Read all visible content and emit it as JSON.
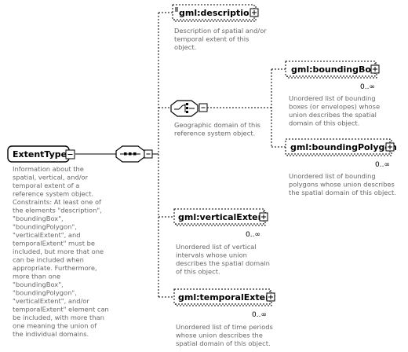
{
  "root": {
    "label": "ExtentType",
    "doc": [
      "Information about the",
      "spatial, vertical, and/or",
      "temporal extent of a",
      "reference system object.",
      "Constraints: At least one of",
      "the elements \"description\",",
      "\"boundingBox\",",
      "\"boundingPolygon\",",
      "\"verticalExtent\", and",
      "temporalExtent\" must be",
      "included, but more that one",
      "can be included when",
      "appropriate. Furthermore,",
      "more than one",
      "\"boundingBox\",",
      "\"boundingPolygon\",",
      "\"verticalExtent\", and/or",
      "temporalExtent\" element can",
      "be included, with more than",
      "one meaning the union of",
      "the individual domains."
    ]
  },
  "choice": {
    "doc": [
      "Geographic domain of this",
      "reference system object."
    ]
  },
  "elements": {
    "description": {
      "label": "gml:description",
      "doc": [
        "Description of spatial and/or",
        "temporal extent of this",
        "object."
      ]
    },
    "boundingBox": {
      "label": "gml:boundingBox",
      "card": "0..∞",
      "doc": [
        "Unordered list of bounding",
        "boxes (or envelopes) whose",
        "union describes the spatial",
        "domain of this object."
      ]
    },
    "boundingPolygon": {
      "label": "gml:boundingPolygon",
      "card": "0..∞",
      "doc": [
        "Unordered list of bounding",
        "polygons whose union describes",
        "the spatial domain of this object."
      ]
    },
    "verticalExtent": {
      "label": "gml:verticalExtent",
      "card": "0..∞",
      "doc": [
        "Unordered list of vertical",
        "intervals whose union",
        "describes the spatial domain",
        "of this object."
      ]
    },
    "temporalExtent": {
      "label": "gml:temporalExtent",
      "card": "0..∞",
      "doc": [
        "Unordered list of time periods",
        "whose union describes the",
        "spatial domain of this object."
      ]
    }
  }
}
